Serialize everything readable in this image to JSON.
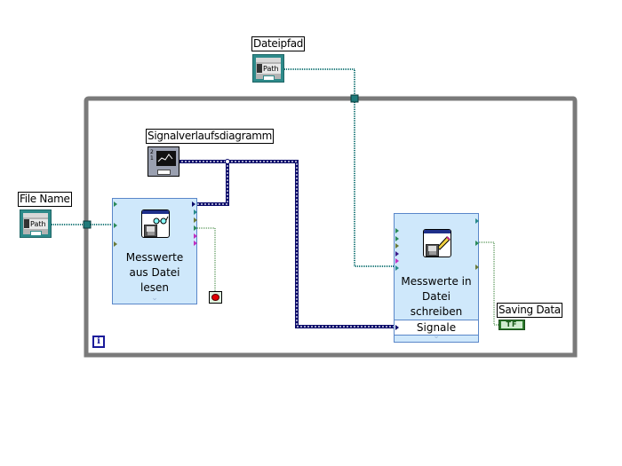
{
  "diagram": {
    "loop": {
      "info_icon": "i"
    },
    "controls": {
      "dateipfad": {
        "label": "Dateipfad",
        "type_text": "Path"
      },
      "file_name": {
        "label": "File Name",
        "type_text": "Path"
      },
      "signalverlaufsdiagramm": {
        "label": "Signalverlaufsdiagramm"
      },
      "saving_data": {
        "label": "Saving Data",
        "type_text": "TF"
      }
    },
    "express_vis": {
      "read": {
        "lines": [
          "Messwerte",
          "aus Datei",
          "lesen"
        ]
      },
      "write": {
        "lines": [
          "Messwerte in",
          "Datei",
          "schreiben"
        ],
        "input_label": "Signale"
      }
    },
    "icons": {
      "read_icon": "glasses-floppy-icon",
      "write_icon": "pencil-floppy-icon",
      "stop_icon": "stop-button-icon",
      "info_icon": "loop-iteration-icon"
    },
    "colors": {
      "path_wire": "#1f7a7a",
      "waveform_wire": "#0a0a6a",
      "boolean_wire": "#2a7a2a",
      "loop_border": "#7a7a7a",
      "express_bg": "#cfe8fb"
    }
  }
}
